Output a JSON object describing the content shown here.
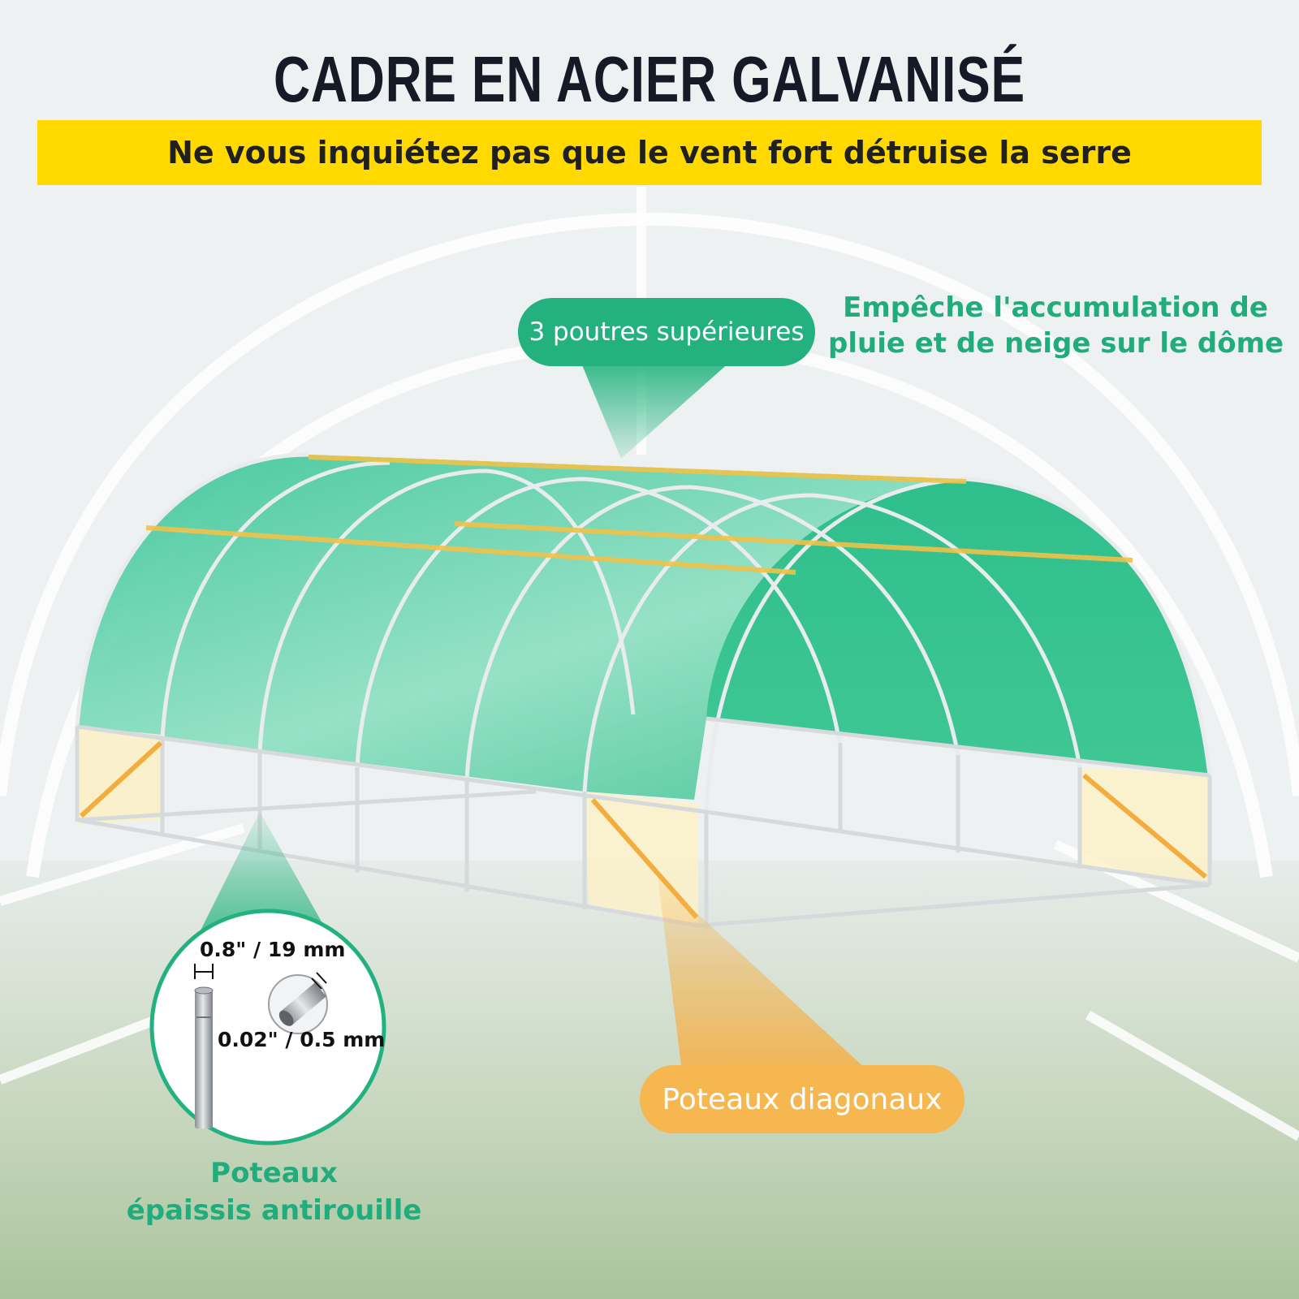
{
  "title": "CADRE EN ACIER GALVANISÉ",
  "banner": "Ne vous inquiétez pas que le vent fort détruise la serre",
  "callouts": {
    "top_beams": "3 poutres supérieures",
    "diagonal_posts": "Poteaux diagonaux",
    "dome_note_line1": "Empêche l'accumulation de",
    "dome_note_line2": "pluie et de neige sur le dôme"
  },
  "detail": {
    "diameter": "0.8\" / 19 mm",
    "thickness": "0.02\" / 0.5 mm",
    "caption_line1": "Poteaux",
    "caption_line2": "épaissis antirouille"
  },
  "colors": {
    "accent_green": "#22b17f",
    "accent_orange": "#f6b650",
    "banner_yellow": "#ffd900"
  }
}
